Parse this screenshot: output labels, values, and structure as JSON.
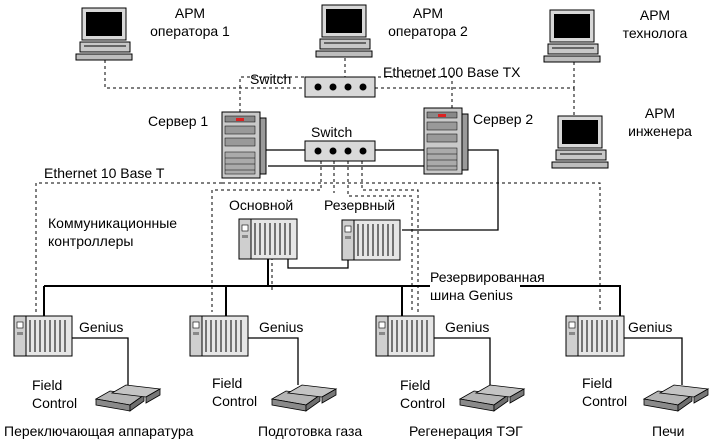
{
  "workstations": {
    "operator1": "АРМ\nоператора 1",
    "operator2": "АРМ\nоператора 2",
    "technologist": "АРМ\nтехнолога",
    "engineer": "АРМ\nинженера"
  },
  "switch_top": "Switch",
  "switch_mid": "Switch",
  "ethernet_100": "Ethernet 100 Base TX",
  "ethernet_10": "Ethernet 10 Base T",
  "server1": "Сервер 1",
  "server2": "Сервер 2",
  "comm_controllers": "Коммуникационные\nконтроллеры",
  "controller_main": "Основной",
  "controller_reserve": "Резервный",
  "genius_bus": "Резервированная\nшина  Genius",
  "nodes": [
    {
      "genius": "Genius",
      "field": "Field\nControl",
      "process": "Переключающая аппаратура"
    },
    {
      "genius": "Genius",
      "field": "Field\nControl",
      "process": "Подготовка газа"
    },
    {
      "genius": "Genius",
      "field": "Field\nControl",
      "process": "Регенерация ТЭГ"
    },
    {
      "genius": "Genius",
      "field": "Field\nControl",
      "process": "Печи"
    }
  ]
}
